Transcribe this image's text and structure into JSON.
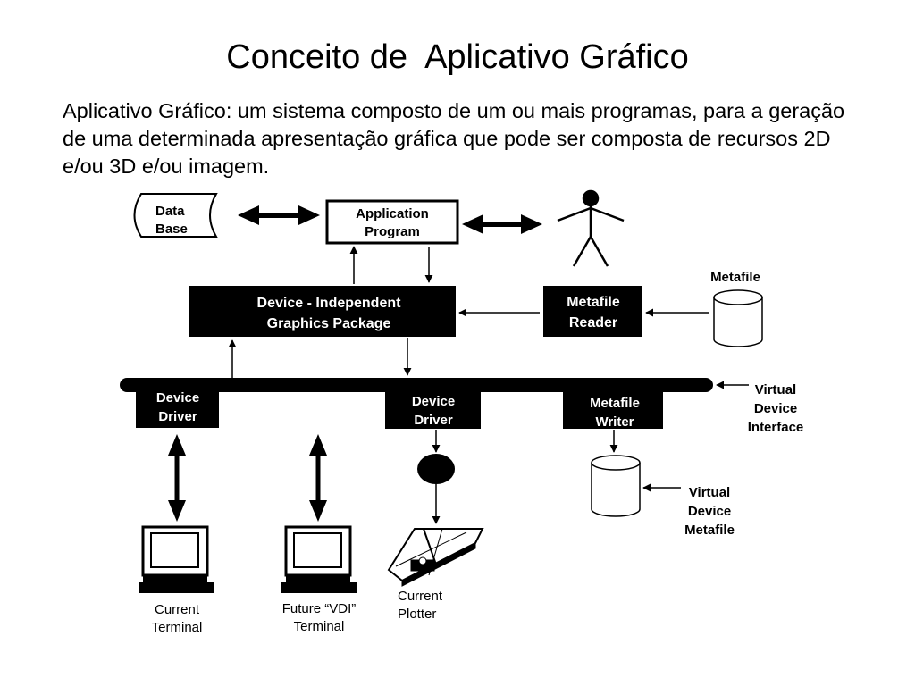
{
  "slide": {
    "title": "Conceito de  Aplicativo Gráfico",
    "intro": "Aplicativo Gráfico: um sistema composto de um ou mais programas, para a geração de uma determinada apresentação gráfica que pode ser composta de recursos 2D e/ou 3D e/ou imagem."
  },
  "diagram": {
    "data_base": [
      "Data",
      "Base"
    ],
    "application_program": [
      "Application",
      "Program"
    ],
    "graphics_package": [
      "Device - Independent",
      "Graphics Package"
    ],
    "metafile_reader": [
      "Metafile",
      "Reader"
    ],
    "metafile_label": "Metafile",
    "device_driver_left": [
      "Device",
      "Driver"
    ],
    "device_driver_mid": [
      "Device",
      "Driver"
    ],
    "metafile_writer": [
      "Metafile",
      "Writer"
    ],
    "virtual_device_interface": [
      "Virtual",
      "Device",
      "Interface"
    ],
    "virtual_device_metafile": [
      "Virtual",
      "Device",
      "Metafile"
    ],
    "current_terminal": [
      "Current",
      "Terminal"
    ],
    "future_terminal": [
      "Future “VDI”",
      "Terminal"
    ],
    "current_plotter": [
      "Current",
      "Plotter"
    ]
  }
}
